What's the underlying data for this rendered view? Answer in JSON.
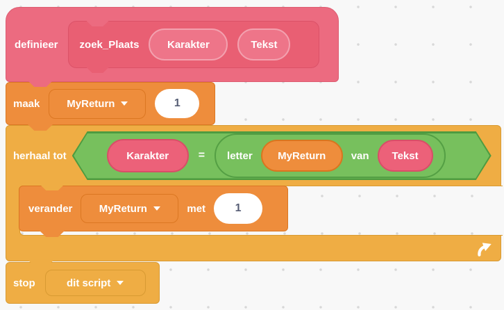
{
  "workspace": {
    "background": "#F8F8F8",
    "dot_color": "#D8D8D8"
  },
  "colors": {
    "custom_block_pink": "#EC6B80",
    "custom_block_pink_dark": "#E95F73",
    "custom_block_pink_border": "#DB5268",
    "argument_pink": "#EC6179",
    "argument_pink_border": "#D84E68",
    "define_arg_fill": "#EE7589",
    "define_arg_border": "#F3A1AF",
    "variables_orange": "#EE8D3C",
    "variables_orange_border": "#DB7722",
    "control_orange": "#EFAD44",
    "control_orange_border": "#D89A32",
    "operators_green": "#77C05D",
    "operators_green_border": "#4E9B40",
    "input_background": "#FFFFFF",
    "input_text": "#575E75",
    "label_text": "#FFFFFF"
  },
  "blocks": {
    "define": {
      "keyword": "definieer",
      "procedure": "zoek_Plaats",
      "args": [
        "Karakter",
        "Tekst"
      ]
    },
    "set_variable": {
      "keyword": "maak",
      "variable": "MyReturn",
      "value": "1"
    },
    "repeat_until": {
      "keyword": "herhaal tot",
      "condition": {
        "left_arg": "Karakter",
        "operator": "=",
        "letter_of": {
          "keyword": "letter",
          "index_variable": "MyReturn",
          "of_keyword": "van",
          "text_arg": "Tekst"
        }
      }
    },
    "change_variable": {
      "keyword": "verander",
      "variable": "MyReturn",
      "by_keyword": "met",
      "value": "1"
    },
    "stop": {
      "keyword": "stop",
      "option": "dit script"
    }
  }
}
